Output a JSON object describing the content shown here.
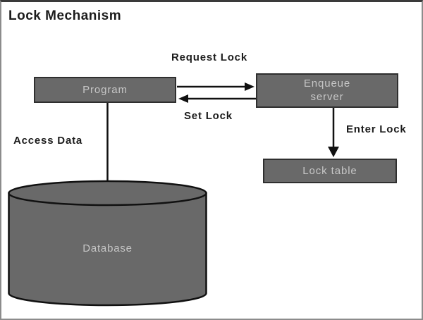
{
  "title": "Lock Mechanism",
  "colors": {
    "node_fill": "#696969",
    "node_border": "#2f2f2f",
    "node_text": "#c6c6c6",
    "label_text": "#1c1c1c",
    "connector": "#111111",
    "frame_border": "#8c8c8c",
    "frame_top": "#3a3a3a",
    "bg": "#ffffff"
  },
  "nodes": {
    "program": {
      "label": "Program",
      "shape": "rect"
    },
    "enqueue_server": {
      "label": "Enqueue server",
      "shape": "rect"
    },
    "lock_table": {
      "label": "Lock table",
      "shape": "rect"
    },
    "database": {
      "label": "Database",
      "shape": "cylinder"
    }
  },
  "edges": {
    "request_lock": {
      "label": "Request Lock",
      "from": "program",
      "to": "enqueue_server",
      "direction": "right"
    },
    "set_lock": {
      "label": "Set Lock",
      "from": "enqueue_server",
      "to": "program",
      "direction": "left"
    },
    "enter_lock": {
      "label": "Enter Lock",
      "from": "enqueue_server",
      "to": "lock_table",
      "direction": "down"
    },
    "access_data": {
      "label": "Access Data",
      "from": "program",
      "to": "database",
      "direction": "down-plain"
    }
  }
}
